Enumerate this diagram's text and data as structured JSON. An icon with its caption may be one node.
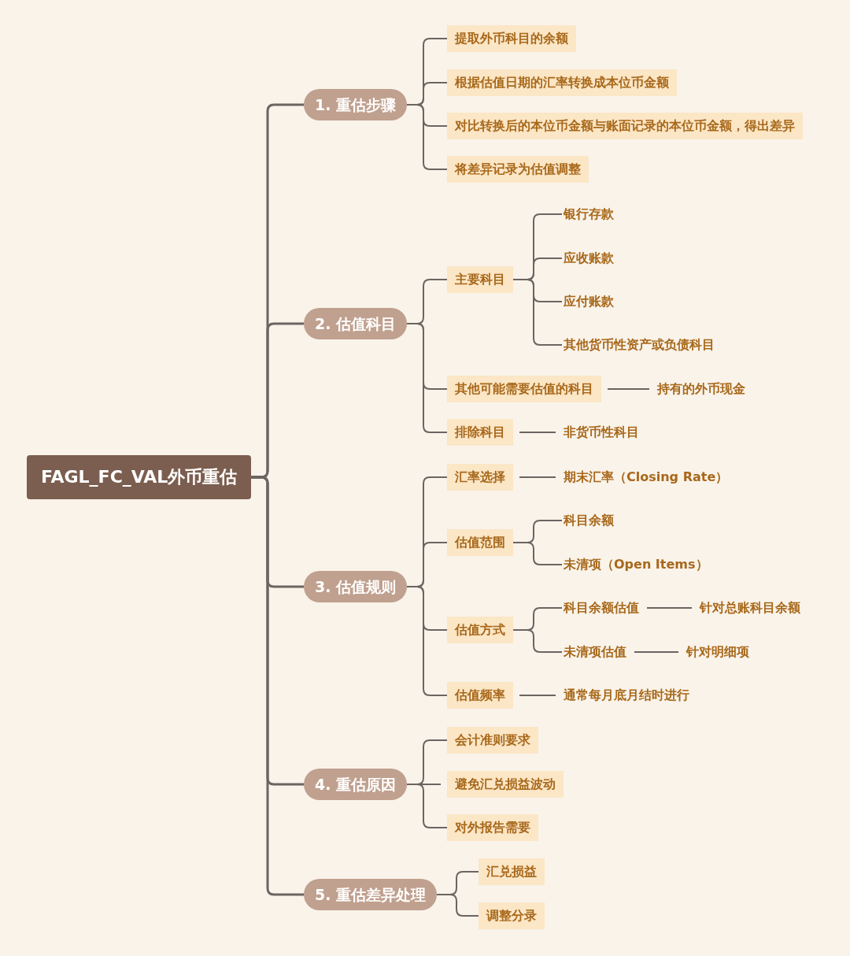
{
  "diagram": {
    "nodes": [
      {
        "text": [
          "FAGL_FC_VAL外币重估"
        ]
      },
      {
        "text": [
          "1. 重估步骤"
        ]
      },
      {
        "text": [
          "提取外币科目的余额"
        ]
      },
      {
        "text": [
          "根据估值日期的汇率转换成本位币金额"
        ]
      },
      {
        "text": [
          "对比转换后的本位币金额与账面记录的本位币金额，得出差异"
        ]
      },
      {
        "text": [
          "将差异记录为估值调整"
        ]
      },
      {
        "text": [
          "2. 估值科目"
        ]
      },
      {
        "text": [
          "主要科目"
        ]
      },
      {
        "text": [
          "银行存款"
        ]
      },
      {
        "text": [
          "应收账款"
        ]
      },
      {
        "text": [
          "应付账款"
        ]
      },
      {
        "text": [
          "其他货币性资产或负债科目"
        ]
      },
      {
        "text": [
          "其他可能需要估值的科目"
        ]
      },
      {
        "text": [
          "持有的外币现金"
        ]
      },
      {
        "text": [
          "排除科目"
        ]
      },
      {
        "text": [
          "非货币性科目"
        ]
      },
      {
        "text": [
          "3. 估值规则"
        ]
      },
      {
        "text": [
          "汇率选择"
        ]
      },
      {
        "text": [
          "期末汇率（Closing Rate）"
        ]
      },
      {
        "text": [
          "估值范围"
        ]
      },
      {
        "text": [
          "科目余额"
        ]
      },
      {
        "text": [
          "未清项（Open Items）"
        ]
      },
      {
        "text": [
          "估值方式"
        ]
      },
      {
        "text": [
          "科目余额估值"
        ]
      },
      {
        "text": [
          "针对总账科目余额"
        ]
      },
      {
        "text": [
          "未清项估值"
        ]
      },
      {
        "text": [
          "针对明细项"
        ]
      },
      {
        "text": [
          "估值频率"
        ]
      },
      {
        "text": [
          "通常每月底月结时进行"
        ]
      },
      {
        "text": [
          "4. 重估原因"
        ]
      },
      {
        "text": [
          "会计准则要求"
        ]
      },
      {
        "text": [
          "避免汇兑损益波动"
        ]
      },
      {
        "text": [
          "对外报告需要"
        ]
      },
      {
        "text": [
          "5. 重估差异处理"
        ]
      },
      {
        "text": [
          "汇兑损益"
        ]
      },
      {
        "text": [
          "调整分录"
        ]
      }
    ],
    "edges": [
      {
        "from": 0,
        "to": 1,
        "arrow": "none"
      },
      {
        "from": 0,
        "to": 6,
        "arrow": "none"
      },
      {
        "from": 0,
        "to": 16,
        "arrow": "none"
      },
      {
        "from": 0,
        "to": 29,
        "arrow": "none"
      },
      {
        "from": 0,
        "to": 33,
        "arrow": "none"
      },
      {
        "from": 1,
        "to": 2,
        "arrow": "none"
      },
      {
        "from": 1,
        "to": 3,
        "arrow": "none"
      },
      {
        "from": 1,
        "to": 4,
        "arrow": "none"
      },
      {
        "from": 1,
        "to": 5,
        "arrow": "none"
      },
      {
        "from": 6,
        "to": 7,
        "arrow": "none"
      },
      {
        "from": 6,
        "to": 12,
        "arrow": "none"
      },
      {
        "from": 6,
        "to": 14,
        "arrow": "none"
      },
      {
        "from": 7,
        "to": 8,
        "arrow": "none"
      },
      {
        "from": 7,
        "to": 9,
        "arrow": "none"
      },
      {
        "from": 7,
        "to": 10,
        "arrow": "none"
      },
      {
        "from": 7,
        "to": 11,
        "arrow": "none"
      },
      {
        "from": 12,
        "to": 13,
        "arrow": "none"
      },
      {
        "from": 14,
        "to": 15,
        "arrow": "none"
      },
      {
        "from": 16,
        "to": 17,
        "arrow": "none"
      },
      {
        "from": 16,
        "to": 19,
        "arrow": "none"
      },
      {
        "from": 16,
        "to": 22,
        "arrow": "none"
      },
      {
        "from": 16,
        "to": 27,
        "arrow": "none"
      },
      {
        "from": 17,
        "to": 18,
        "arrow": "none"
      },
      {
        "from": 19,
        "to": 20,
        "arrow": "none"
      },
      {
        "from": 19,
        "to": 21,
        "arrow": "none"
      },
      {
        "from": 22,
        "to": 23,
        "arrow": "none"
      },
      {
        "from": 22,
        "to": 25,
        "arrow": "none"
      },
      {
        "from": 23,
        "to": 24,
        "arrow": "none"
      },
      {
        "from": 25,
        "to": 26,
        "arrow": "none"
      },
      {
        "from": 27,
        "to": 28,
        "arrow": "none"
      },
      {
        "from": 29,
        "to": 30,
        "arrow": "none"
      },
      {
        "from": 29,
        "to": 31,
        "arrow": "none"
      },
      {
        "from": 29,
        "to": 32,
        "arrow": "none"
      },
      {
        "from": 33,
        "to": 34,
        "arrow": "none"
      },
      {
        "from": 33,
        "to": 35,
        "arrow": "none"
      }
    ]
  }
}
